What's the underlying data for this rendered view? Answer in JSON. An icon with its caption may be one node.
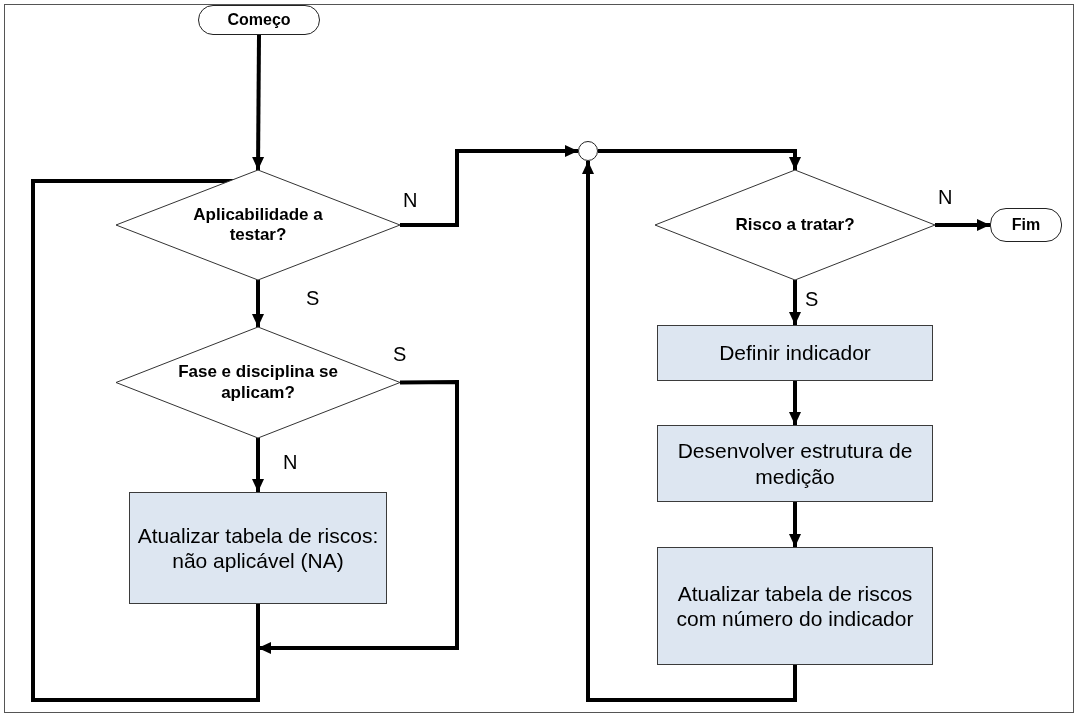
{
  "diagram": {
    "nodes": [
      {
        "text": [
          "Começo"
        ]
      },
      {
        "text": [
          "Aplicabilidade a testar?"
        ]
      },
      {
        "text": [
          "Fase e disciplina se aplicam?"
        ]
      },
      {
        "text": [
          "Atualizar tabela de riscos: não aplicável (NA)"
        ]
      },
      {
        "text": [],
        "shape": "circle"
      },
      {
        "text": [
          "Risco a tratar?"
        ]
      },
      {
        "text": [
          "Fim"
        ]
      },
      {
        "text": [
          "Definir indicador"
        ]
      },
      {
        "text": [
          "Desenvolver estrutura de  medição"
        ]
      },
      {
        "text": [
          "Atualizar tabela de riscos com número do indicador"
        ]
      }
    ],
    "edges": [
      {
        "from": 0,
        "to": 1,
        "arrow": "to"
      },
      {
        "from": 1,
        "to": 2,
        "arrow": "to",
        "label": "S"
      },
      {
        "from": 2,
        "to": 1,
        "arrow": "to",
        "label": "S"
      },
      {
        "from": 3,
        "to": 1,
        "arrow": "to"
      },
      {
        "from": 1,
        "to": 4,
        "arrow": "to",
        "label": "N"
      },
      {
        "from": 2,
        "to": 3,
        "arrow": "to",
        "label": "N"
      },
      {
        "from": 4,
        "to": 5,
        "arrow": "to"
      },
      {
        "from": 9,
        "to": 4,
        "arrow": "to"
      },
      {
        "from": 5,
        "to": 6,
        "arrow": "to",
        "label": "N"
      },
      {
        "from": 5,
        "to": 7,
        "arrow": "to",
        "label": "S"
      },
      {
        "from": 7,
        "to": 8,
        "arrow": "to"
      },
      {
        "from": 8,
        "to": 9,
        "arrow": "to"
      }
    ]
  }
}
